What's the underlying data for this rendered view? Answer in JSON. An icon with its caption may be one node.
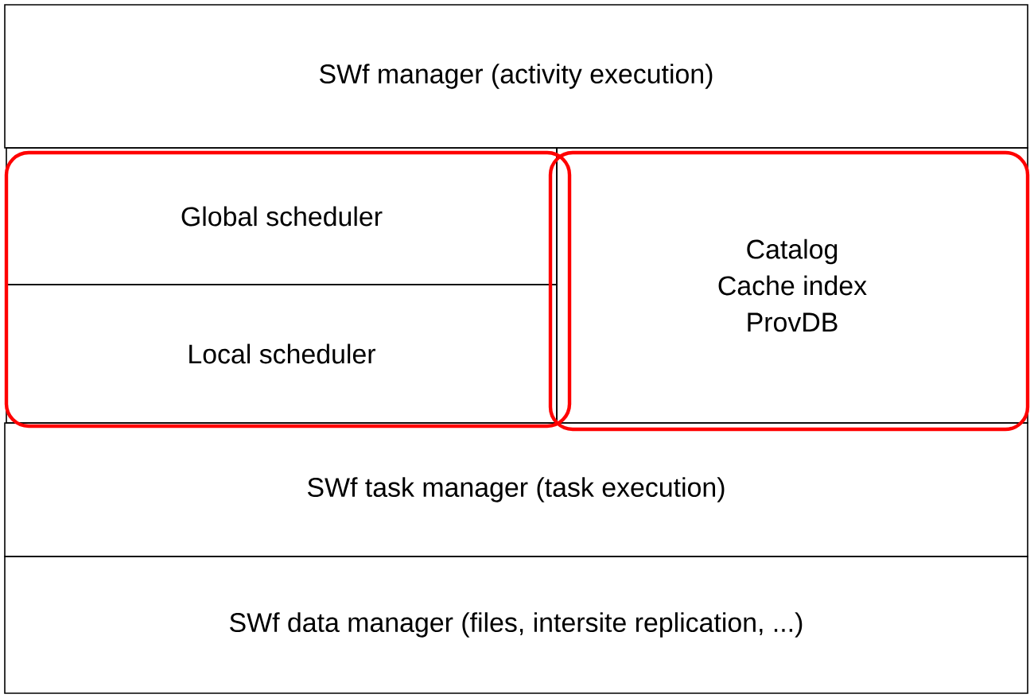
{
  "diagram": {
    "nodes": [
      {
        "text": [
          "SWf manager (activity execution)"
        ]
      },
      {
        "text": [],
        "shape": "box"
      },
      {
        "text": [
          "Global scheduler"
        ],
        "in": 1
      },
      {
        "text": [
          "Local scheduler"
        ],
        "in": 1
      },
      {
        "text": [],
        "shape": "box"
      },
      {
        "text": [
          "Catalog",
          "Cache index",
          "ProvDB"
        ],
        "in": 4
      },
      {
        "text": [
          "SWf task manager (task execution)"
        ]
      },
      {
        "text": [
          "SWf data manager (files, intersite replication, ...)"
        ]
      }
    ]
  }
}
